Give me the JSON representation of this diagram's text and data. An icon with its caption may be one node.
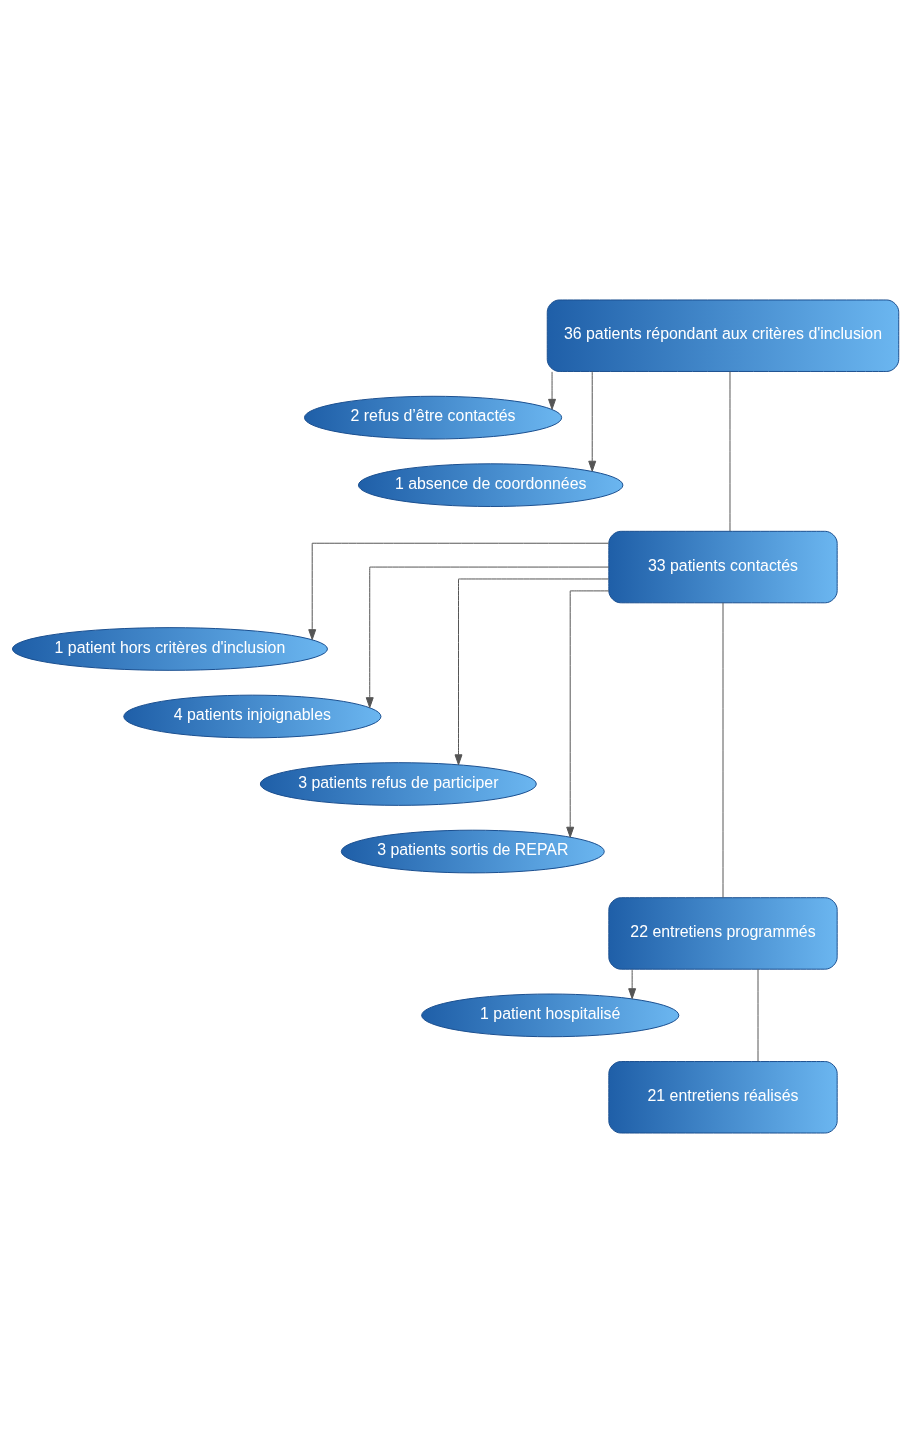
{
  "diagram": {
    "nodes": [
      {
        "text": [
          "36 patients répondant aux critères d'inclusion"
        ]
      },
      {
        "text": [
          "2 refus d’être contactés"
        ]
      },
      {
        "text": [
          "1 absence de coordonnées"
        ]
      },
      {
        "text": [
          "33 patients contactés"
        ]
      },
      {
        "text": [
          "1 patient hors critères d'inclusion"
        ]
      },
      {
        "text": [
          "4 patients injoignables"
        ]
      },
      {
        "text": [
          "3 patients refus de participer"
        ]
      },
      {
        "text": [
          "3 patients sortis de REPAR"
        ]
      },
      {
        "text": [
          "22 entretiens programmés"
        ]
      },
      {
        "text": [
          "1 patient hospitalisé"
        ]
      },
      {
        "text": [
          "21 entretiens réalisés"
        ]
      }
    ],
    "edges": [
      {
        "from": 0,
        "to": 3,
        "arrow": "none"
      },
      {
        "from": 0,
        "to": 1,
        "arrow": "to"
      },
      {
        "from": 0,
        "to": 2,
        "arrow": "to"
      },
      {
        "from": 3,
        "to": 8,
        "arrow": "none"
      },
      {
        "from": 3,
        "to": 4,
        "arrow": "to"
      },
      {
        "from": 3,
        "to": 5,
        "arrow": "to"
      },
      {
        "from": 3,
        "to": 6,
        "arrow": "to"
      },
      {
        "from": 3,
        "to": 7,
        "arrow": "to"
      },
      {
        "from": 8,
        "to": 10,
        "arrow": "none"
      },
      {
        "from": 8,
        "to": 9,
        "arrow": "to"
      }
    ]
  }
}
